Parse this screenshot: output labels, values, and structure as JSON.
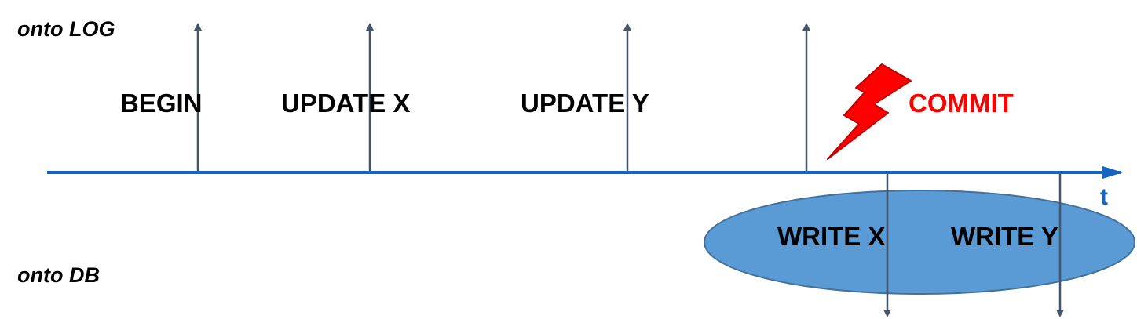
{
  "labels": {
    "top_side": "onto LOG",
    "bottom_side": "onto DB",
    "time_axis": "t"
  },
  "log_events": [
    {
      "label": "BEGIN"
    },
    {
      "label": "UPDATE X"
    },
    {
      "label": "UPDATE Y"
    },
    {
      "label": "COMMIT"
    }
  ],
  "db_writes": [
    {
      "label": "WRITE X"
    },
    {
      "label": "WRITE Y"
    }
  ],
  "colors": {
    "timeline": "#1565c0",
    "arrows": "#44546a",
    "ellipse_fill": "#5b9bd5",
    "ellipse_stroke": "#41719c",
    "commit_text": "#ff0000",
    "lightning_fill": "#ff0000",
    "lightning_stroke": "#c00000",
    "axis_label": "#1565c0",
    "text": "#000000"
  },
  "icons": {
    "commit_marker": "lightning-bolt-icon"
  }
}
